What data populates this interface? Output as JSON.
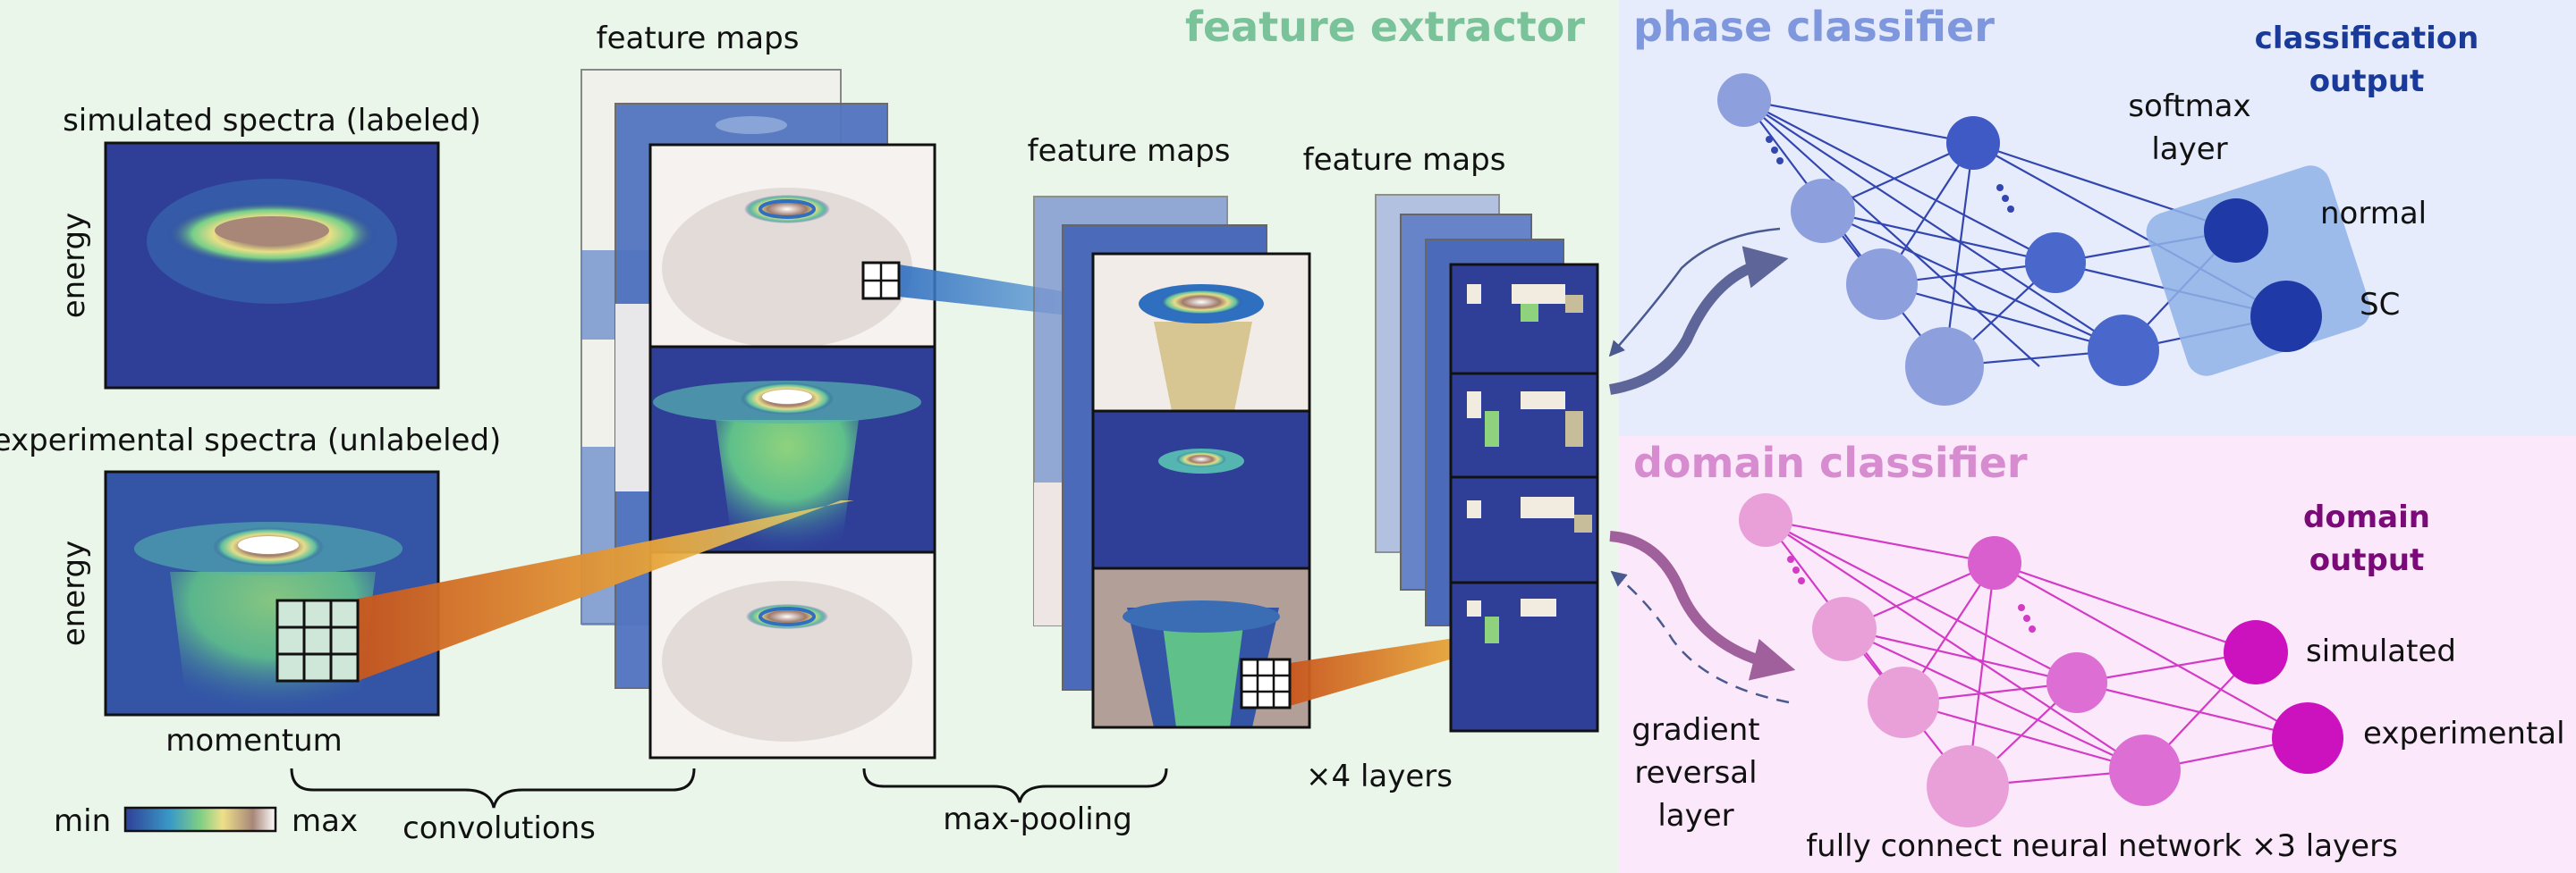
{
  "feature_extractor": {
    "title": "feature extractor",
    "simulated_label": "simulated spectra (labeled)",
    "experimental_label": "experimental spectra (unlabeled)",
    "energy_label": "energy",
    "momentum_label": "momentum",
    "colorbar_min": "min",
    "colorbar_max": "max",
    "feature_maps_1": "feature maps",
    "feature_maps_2": "feature maps",
    "feature_maps_3": "feature maps",
    "convolutions": "convolutions",
    "max_pooling": "max-pooling",
    "layers": "×4 layers"
  },
  "phase_classifier": {
    "title": "phase classifier",
    "output_title_1": "classification",
    "output_title_2": "output",
    "softmax_1": "softmax",
    "softmax_2": "layer",
    "out_normal": "normal",
    "out_sc": "SC"
  },
  "domain_classifier": {
    "title": "domain classifier",
    "output_title_1": "domain",
    "output_title_2": "output",
    "out_simulated": "simulated",
    "out_experimental": "experimental",
    "grl_1": "gradient",
    "grl_2": "reversal",
    "grl_3": "layer",
    "fc_label": "fully connect neural network ×3 layers"
  },
  "colors": {
    "extractor_bg": "#eaf6ea",
    "phase_bg": "#e6ecfb",
    "domain_bg": "#fbe9fb",
    "extractor_title": "#7ac29a",
    "phase_title": "#7f97dc",
    "domain_title": "#d78cd0",
    "convolutions": "#d4531c",
    "max_pooling": "#2a4c9c"
  }
}
